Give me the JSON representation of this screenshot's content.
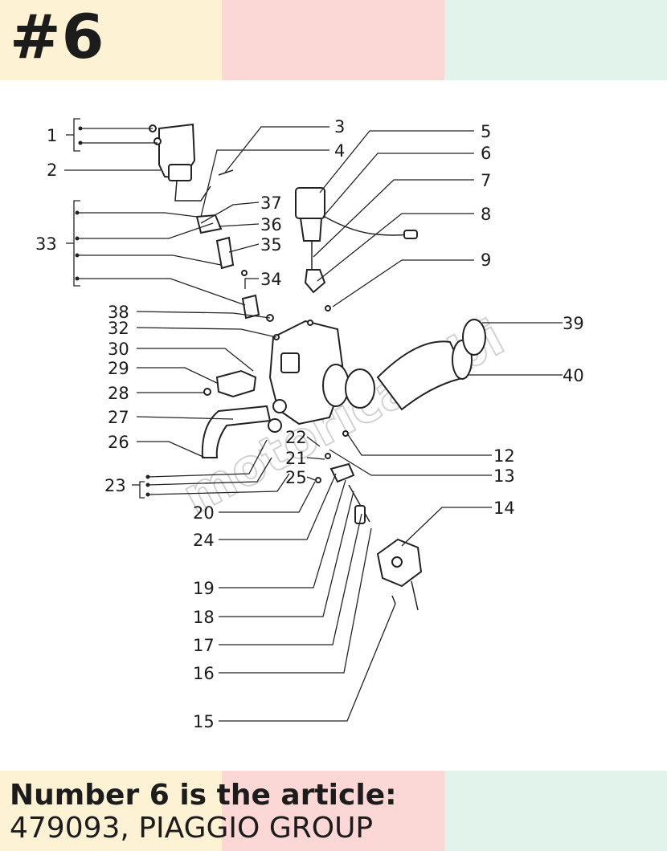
{
  "header": {
    "badge": "#6"
  },
  "footer": {
    "line1": "Number 6 is the article:",
    "line2": "479093, PIAGGIO GROUP"
  },
  "diagram": {
    "labels": [
      "1",
      "2",
      "3",
      "4",
      "5",
      "6",
      "7",
      "8",
      "9",
      "12",
      "13",
      "14",
      "15",
      "16",
      "17",
      "18",
      "19",
      "20",
      "21",
      "22",
      "23",
      "24",
      "25",
      "26",
      "27",
      "28",
      "29",
      "30",
      "32",
      "33",
      "34",
      "35",
      "36",
      "37",
      "38",
      "39",
      "40"
    ]
  }
}
